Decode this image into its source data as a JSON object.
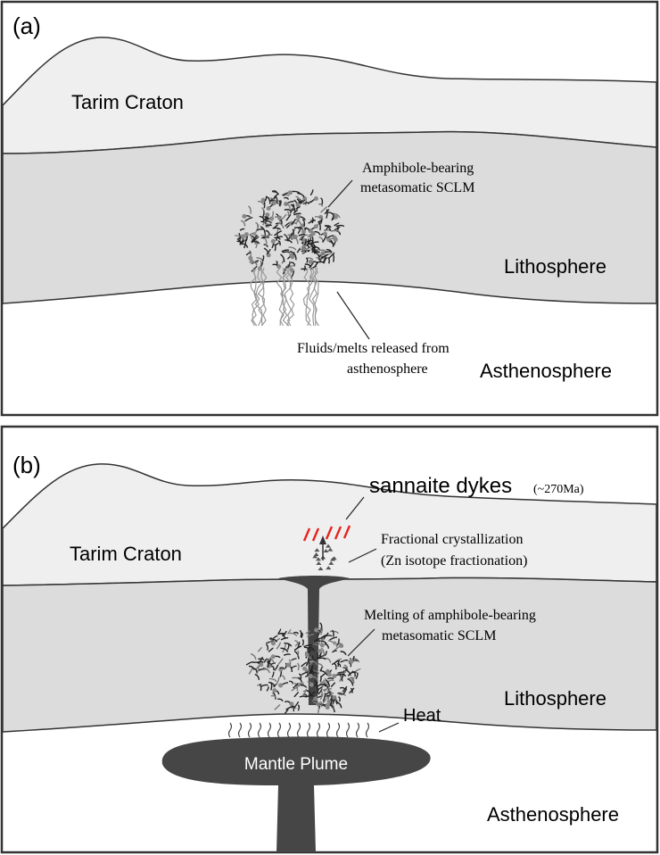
{
  "panel_a": {
    "label": "(a)",
    "crust": "Tarim Craton",
    "metasomatic": [
      "Amphibole-bearing",
      "metasomatic SCLM"
    ],
    "lithosphere": "Lithosphere",
    "fluids": [
      "Fluids/melts released from",
      "asthenosphere"
    ],
    "asthenosphere": "Asthenosphere"
  },
  "panel_b": {
    "label": "(b)",
    "dykes": "sannaite dykes",
    "dykes_age": "(~270Ma)",
    "crust": "Tarim Craton",
    "fractional": [
      "Fractional crystallization",
      "(Zn isotope fractionation)"
    ],
    "melting": [
      "Melting of amphibole-bearing",
      "metasomatic SCLM"
    ],
    "lithosphere": "Lithosphere",
    "heat": "Heat",
    "plume": "Mantle Plume",
    "asthenosphere": "Asthenosphere"
  },
  "colors": {
    "crust": "#efefef",
    "lithosphere": "#dcdcdc",
    "plume": "#444444",
    "dykes": "#e8231c"
  }
}
